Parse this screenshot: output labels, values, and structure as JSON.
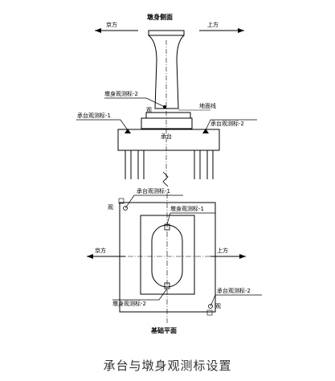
{
  "upper_view": {
    "title": "墩身侧面",
    "left_direction": "京方",
    "right_direction": "上方",
    "pier_marker_2": "墩身观测标-2",
    "cap_marker_1": "承台观测标-1",
    "cap_marker_2": "承台观测标-2",
    "ground_label": "地面线",
    "small_label_a": "观",
    "small_label_b": "承台"
  },
  "plan_view": {
    "title": "基础平面",
    "left_direction": "京方",
    "right_direction": "上方",
    "cap_marker_1": "承台观测标-1",
    "pier_marker_1": "墩身观测标-1",
    "pier_marker_2": "墩身观测标-2",
    "cap_marker_2": "承台观测标-2",
    "small_label_a": "观",
    "small_label_b": "观"
  },
  "caption": "承台与墩身观测标设置"
}
